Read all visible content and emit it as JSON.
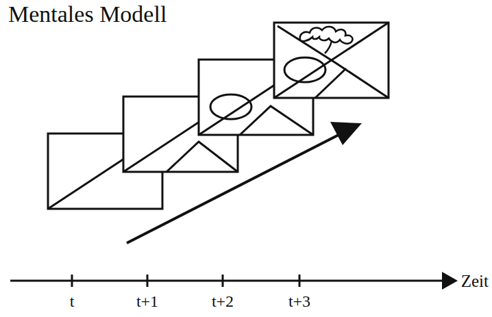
{
  "diagram": {
    "title": "Mentales Modell",
    "labels": [
      "t",
      "t+1",
      "t+2",
      "t+3",
      "Zeit"
    ]
  }
}
